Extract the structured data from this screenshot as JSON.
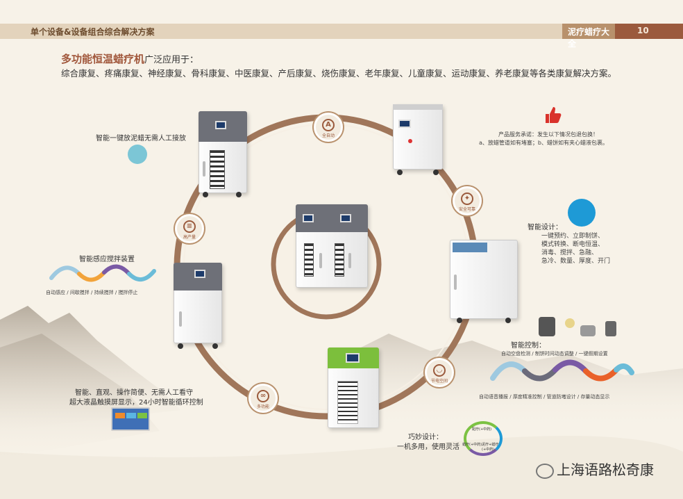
{
  "header": {
    "left_title": "单个设备&设备组合综合解决方案",
    "right_title": "泥疗蜡疗大全",
    "page_number": "10"
  },
  "intro": {
    "product_name": "多功能恒温蜡疗机",
    "lead": "广泛应用于：",
    "applications": "综合康复、疼痛康复、神经康复、骨科康复、中医康复、产后康复、烧伤康复、老年康复、儿童康复、运动康复、养老康复等各类康复解决方案。"
  },
  "ring_nodes": [
    {
      "label": "全自动"
    },
    {
      "label": "安全可靠"
    },
    {
      "label": "节电空间"
    },
    {
      "label": "多功能"
    },
    {
      "label": "高产量"
    }
  ],
  "features": {
    "one_key": "智能一键放泥蜡无需人工接放",
    "service_title": "产品服务承诺：发生以下情况包退包换！",
    "service_detail": "a、放蜡管道如有堵塞；b、蜡饼如有夹心蜡液包裹。",
    "smart_design_title": "智能设计：",
    "smart_design_lines": [
      "一键预约、立即制饼、",
      "模式转换、断电恒温、",
      "消毒、搅拌、急融、",
      "急冷、数量、厚度、开门"
    ],
    "stir_title": "智能感应搅拌装置",
    "stir_steps": [
      "自动感应",
      "间歇搅拌",
      "持续搅拌",
      "搅拌停止"
    ],
    "control_title": "智能控制：",
    "control_top": [
      "自动空盘检测",
      "制饼时间动态调整",
      "一键假期设置"
    ],
    "control_bottom": [
      "自动语音播报",
      "厚度精准控制",
      "管道防堵设计",
      "存量动态显示"
    ],
    "screen_lines": [
      "智能、直观、操作简便、无需人工看守",
      "超大液晶触摸屏显示，24小时智能循环控制"
    ],
    "clever_title": "巧妙设计：",
    "clever_line": "一机多用，使用灵活",
    "clever_tags": [
      "配疗(+中药)",
      "蜡疗(+中药)",
      "泥疗+蜡疗(+中药)"
    ]
  },
  "watermark": "上海语路松奇康",
  "colors": {
    "accent": "#9b5a3d",
    "header_band": "#e3d3bc",
    "ring": "#a0765a"
  }
}
